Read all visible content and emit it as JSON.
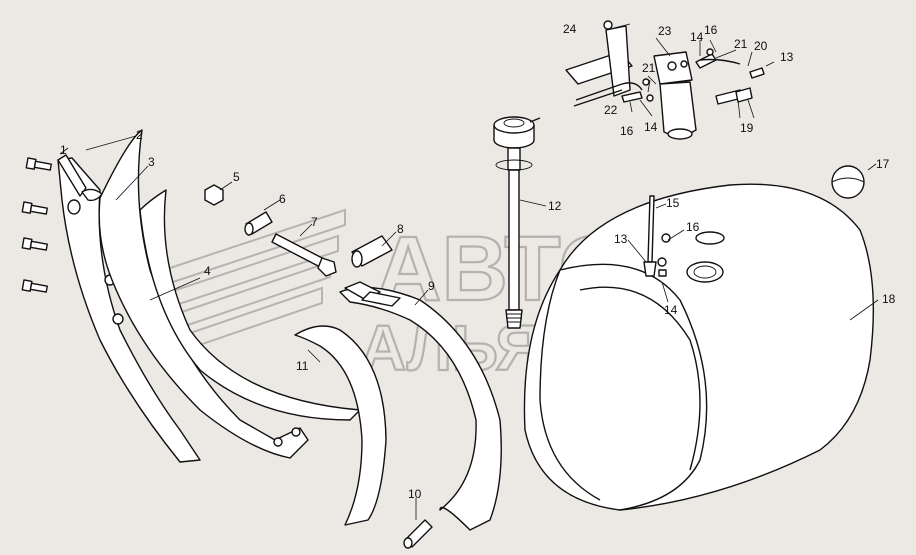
{
  "watermark": {
    "line1": "АВТО",
    "line2": "АЛЬЯНС"
  },
  "callouts": [
    {
      "id": "c1",
      "text": "1"
    },
    {
      "id": "c2",
      "text": "2"
    },
    {
      "id": "c3",
      "text": "3"
    },
    {
      "id": "c4",
      "text": "4"
    },
    {
      "id": "c5",
      "text": "5"
    },
    {
      "id": "c6",
      "text": "6"
    },
    {
      "id": "c7",
      "text": "7"
    },
    {
      "id": "c8",
      "text": "8"
    },
    {
      "id": "c9",
      "text": "9"
    },
    {
      "id": "c10",
      "text": "10"
    },
    {
      "id": "c11",
      "text": "11"
    },
    {
      "id": "c12",
      "text": "12"
    },
    {
      "id": "c13a",
      "text": "13"
    },
    {
      "id": "c13b",
      "text": "13"
    },
    {
      "id": "c14a",
      "text": "14"
    },
    {
      "id": "c14b",
      "text": "14"
    },
    {
      "id": "c14c",
      "text": "14"
    },
    {
      "id": "c15",
      "text": "15"
    },
    {
      "id": "c16a",
      "text": "16"
    },
    {
      "id": "c16b",
      "text": "16"
    },
    {
      "id": "c16c",
      "text": "16"
    },
    {
      "id": "c17",
      "text": "17"
    },
    {
      "id": "c18",
      "text": "18"
    },
    {
      "id": "c19",
      "text": "19"
    },
    {
      "id": "c20",
      "text": "20"
    },
    {
      "id": "c21a",
      "text": "21"
    },
    {
      "id": "c21b",
      "text": "21"
    },
    {
      "id": "c22",
      "text": "22"
    },
    {
      "id": "c23",
      "text": "23"
    },
    {
      "id": "c24",
      "text": "24"
    }
  ]
}
